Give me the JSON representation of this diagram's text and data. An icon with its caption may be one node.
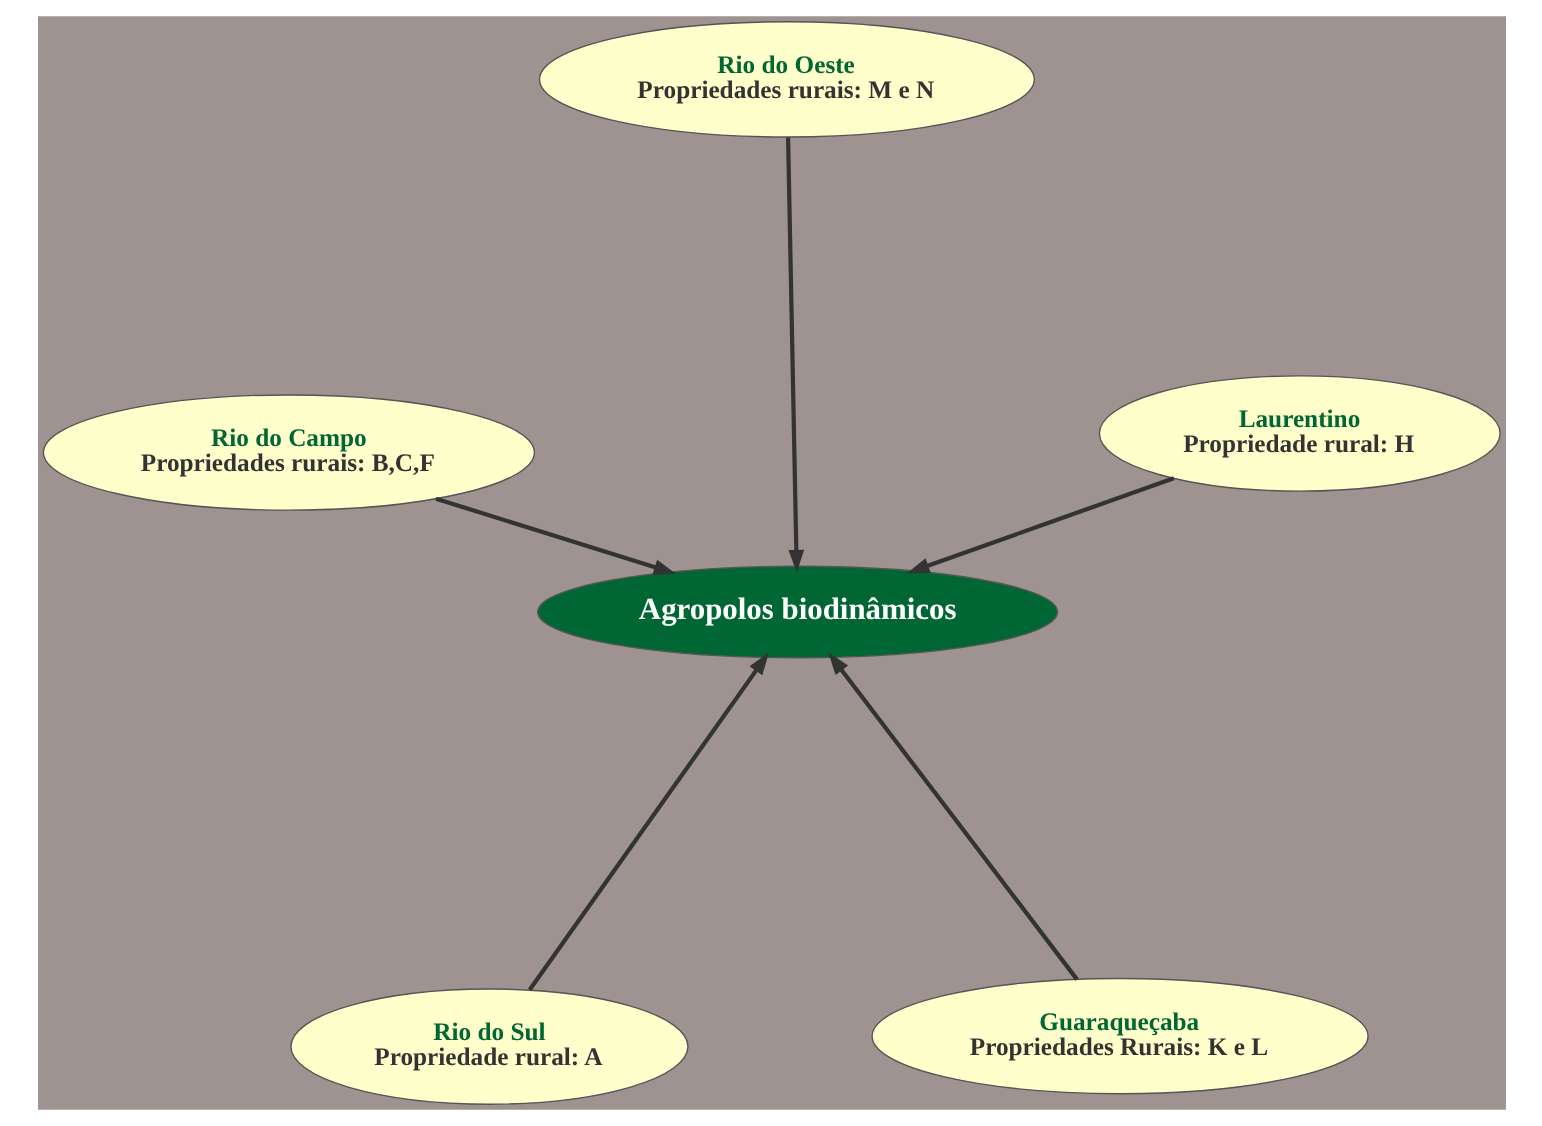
{
  "diagram": {
    "nodes": [
      {
        "text": [
          "Rio do Sul",
          "Propriedade rural: A"
        ]
      },
      {
        "text": [
          "Guaraqueçaba",
          "Propriedades Rurais: K e L"
        ]
      },
      {
        "text": [
          "Agropolos biodinâmicos"
        ]
      },
      {
        "text": [
          "Rio do Oeste",
          "Propriedades rurais: M e N"
        ]
      },
      {
        "text": [
          "Laurentino",
          "Propriedade rural: H"
        ]
      },
      {
        "text": [
          "Rio do Campo",
          "Propriedades rurais: B,C,F"
        ]
      }
    ],
    "edges": [
      {
        "from": 0,
        "to": 2,
        "arrow": "to"
      },
      {
        "from": 1,
        "to": 2,
        "arrow": "to"
      },
      {
        "from": 3,
        "to": 2,
        "arrow": "to"
      },
      {
        "from": 4,
        "to": 2,
        "arrow": "to"
      },
      {
        "from": 5,
        "to": 2,
        "arrow": "to"
      }
    ]
  }
}
